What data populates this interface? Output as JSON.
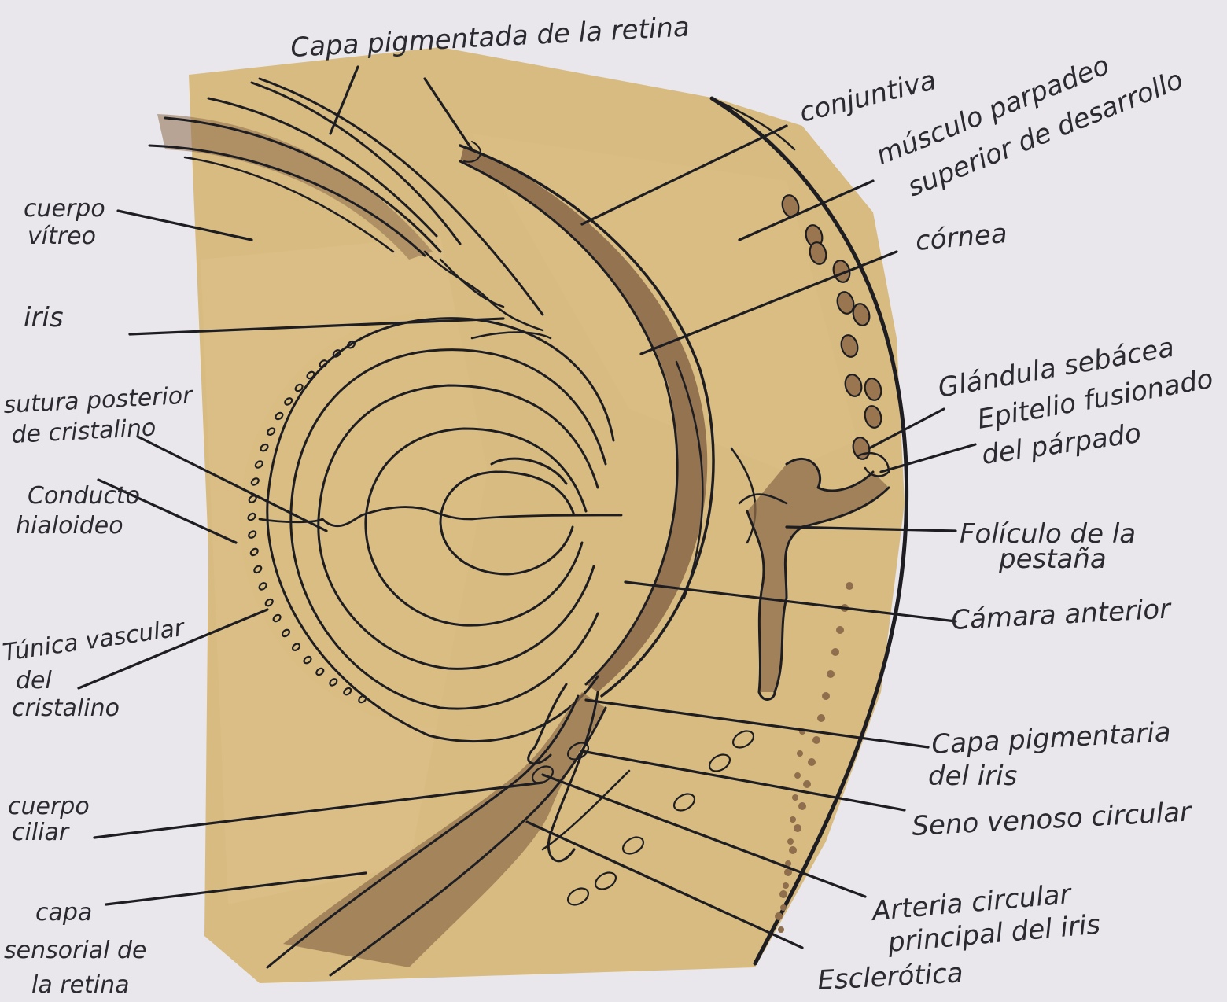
{
  "diagram": {
    "colors": {
      "paper": "#e9e7ec",
      "ochre": "#d6b87a",
      "ochre_light": "#e2c891",
      "brown": "#8e6e4c",
      "brown_dark": "#7a5a3d",
      "ink": "#1e1e22",
      "follicle": "#9a7650"
    },
    "labels": {
      "capa_pigmentada_retina": "Capa pigmentada de la retina",
      "conjuntiva": "conjuntiva",
      "musculo_1": "músculo parpadeo",
      "musculo_2": "superior de desarrollo",
      "cornea": "córnea",
      "glandula_sebacea": "Glándula sebácea",
      "epitelio_1": "Epitelio fusionado",
      "epitelio_2": "del párpado",
      "foliculo_1": "Folículo de la",
      "foliculo_2": "pestaña",
      "camara_anterior": "Cámara anterior",
      "capa_pig_iris_1": "Capa pigmentaria",
      "capa_pig_iris_2": "del iris",
      "seno_venoso": "Seno venoso circular",
      "arteria_1": "Arteria circular",
      "arteria_2": "principal del iris",
      "esclerotica": "Esclerótica",
      "cuerpo_vitreo_1": "cuerpo",
      "cuerpo_vitreo_2": "vítreo",
      "iris": "iris",
      "sutura_1": "sutura posterior",
      "sutura_2": "de cristalino",
      "conducto_1": "Conducto",
      "conducto_2": "hialoideo",
      "tunica_1": "Túnica vascular",
      "tunica_2": "del",
      "tunica_3": "cristalino",
      "cuerpo_ciliar_1": "cuerpo",
      "cuerpo_ciliar_2": "ciliar",
      "capa_sensorial_1": "capa",
      "capa_sensorial_2": "sensorial de",
      "capa_sensorial_3": "la retina"
    }
  }
}
